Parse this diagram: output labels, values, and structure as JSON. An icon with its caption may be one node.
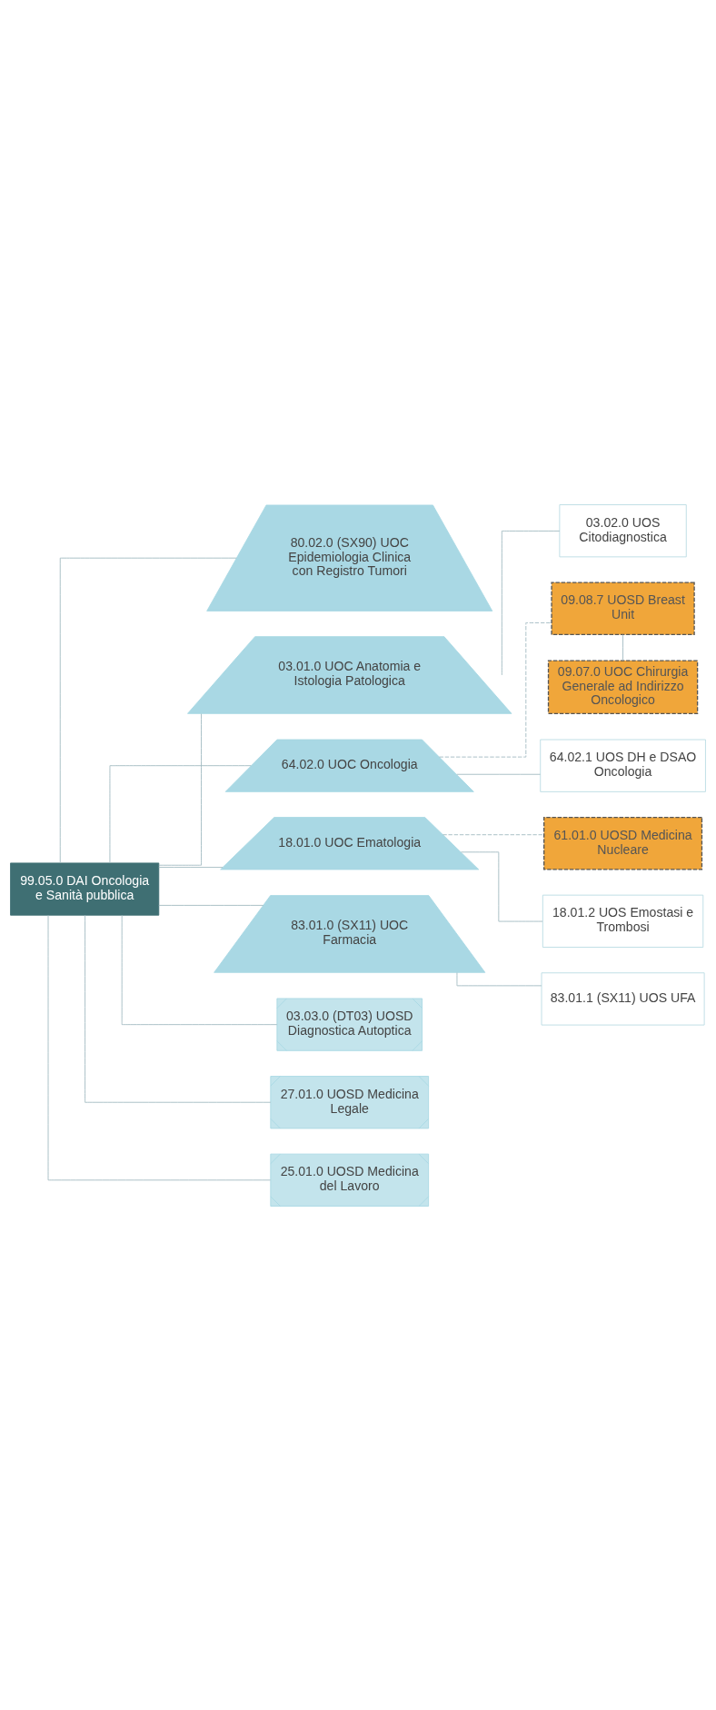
{
  "diagram": {
    "nodes": [
      {
        "text": [
          "99.05.0 DAI Oncologia e Sanità pubblica"
        ]
      },
      {
        "text": [
          "80.02.0 (SX90) UOC Epidemiologia Clinica con Registro Tumori"
        ]
      },
      {
        "text": [
          "03.01.0 UOC Anatomia e Istologia Patologica"
        ]
      },
      {
        "text": [
          "03.02.0 UOS Citodiagnostica"
        ]
      },
      {
        "text": [
          "09.08.7 UOSD Breast Unit"
        ]
      },
      {
        "text": [
          "64.02.0 UOC Oncologia"
        ]
      },
      {
        "text": [
          "09.07.0 UOC Chirurgia Generale ad Indirizzo Oncologico"
        ]
      },
      {
        "text": [
          "64.02.1 UOS DH e DSAO Oncologia"
        ]
      },
      {
        "text": [
          "61.01.0 UOSD Medicina Nucleare"
        ]
      },
      {
        "text": [
          "18.01.0 UOC Ematologia"
        ]
      },
      {
        "text": [
          "18.01.2 UOS Emostasi e Trombosi"
        ]
      },
      {
        "text": [
          "83.01.0 (SX11) UOC Farmacia"
        ]
      },
      {
        "text": [
          "83.01.1 (SX11) UOS UFA"
        ]
      },
      {
        "text": [
          "03.03.0 (DT03) UOSD Diagnostica Autoptica"
        ]
      },
      {
        "text": [
          "27.01.0 UOSD Medicina Legale"
        ]
      },
      {
        "text": [
          "25.01.0 UOSD Medicina del Lavoro"
        ]
      }
    ],
    "edges": [
      {
        "from": 0,
        "to": 1,
        "arrow": "none"
      },
      {
        "from": 0,
        "to": 2,
        "arrow": "none"
      },
      {
        "from": 2,
        "to": 3,
        "arrow": "none"
      },
      {
        "from": 0,
        "to": 5,
        "arrow": "none"
      },
      {
        "from": 5,
        "to": 4,
        "arrow": "none",
        "style": "dashed"
      },
      {
        "from": 4,
        "to": 6,
        "arrow": "none"
      },
      {
        "from": 5,
        "to": 7,
        "arrow": "none"
      },
      {
        "from": 0,
        "to": 9,
        "arrow": "none"
      },
      {
        "from": 9,
        "to": 8,
        "arrow": "none",
        "style": "dashed"
      },
      {
        "from": 9,
        "to": 10,
        "arrow": "none"
      },
      {
        "from": 0,
        "to": 11,
        "arrow": "none"
      },
      {
        "from": 11,
        "to": 12,
        "arrow": "none"
      },
      {
        "from": 0,
        "to": 13,
        "arrow": "none"
      },
      {
        "from": 0,
        "to": 14,
        "arrow": "none"
      },
      {
        "from": 0,
        "to": 15,
        "arrow": "none"
      }
    ]
  }
}
